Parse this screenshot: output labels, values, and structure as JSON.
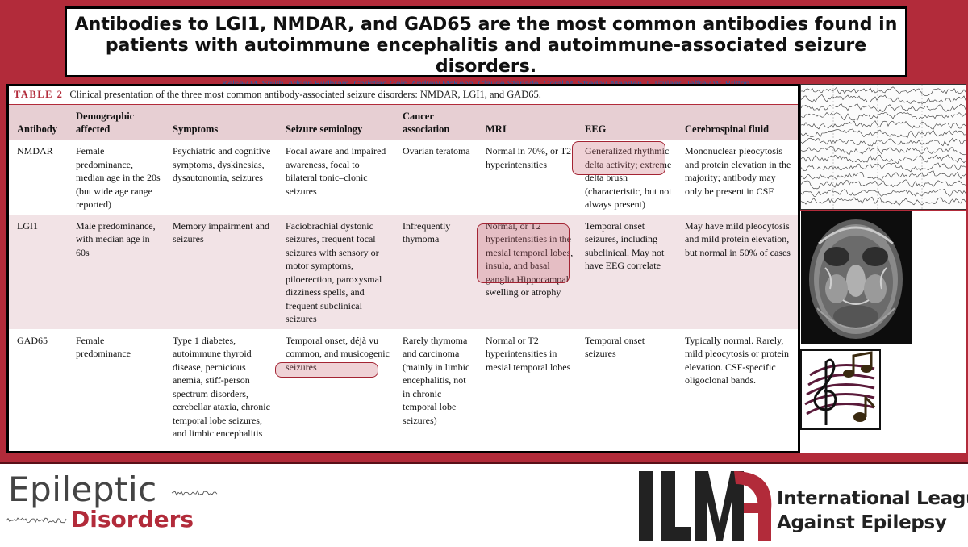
{
  "header": {
    "headline": "Antibodies to LGI1, NMDAR, and GAD65 are the most common antibodies found in patients with autoimmune encephalitis and autoimmune-associated seizure disorders.",
    "authors": "Kelsey M. Smith,  Adrian Budhram,  Christian Geis,  Andrew McKeon,  Claude Steriade,  Coral M. Stredny,  Maarten J. Titulaer,  Jeffrey W. Britton"
  },
  "table": {
    "label": "TABLE 2",
    "caption": "Clinical presentation of the three most common antibody-associated seizure disorders: NMDAR, LGI1, and GAD65.",
    "columns": [
      "Antibody",
      "Demographic affected",
      "Symptoms",
      "Seizure semiology",
      "Cancer association",
      "MRI",
      "EEG",
      "Cerebrospinal fluid"
    ],
    "rows": [
      {
        "antibody": "NMDAR",
        "demographic": "Female predominance, median age in the 20s (but wide age range reported)",
        "symptoms": "Psychiatric and cognitive symptoms, dyskinesias, dysautonomia, seizures",
        "semiology": "Focal aware and impaired awareness, focal to bilateral tonic–clonic seizures",
        "cancer": "Ovarian teratoma",
        "mri": "Normal in 70%, or T2 hyperintensities",
        "eeg": "Generalized rhythmic delta activity; extreme delta brush (characteristic, but not always present)",
        "csf": "Mononuclear pleocytosis and protein elevation in the majority; antibody may only be present in CSF"
      },
      {
        "antibody": "LGI1",
        "demographic": "Male predominance, with median age in 60s",
        "symptoms": "Memory impairment and seizures",
        "semiology": "Faciobrachial dystonic seizures, frequent focal seizures with sensory or motor symptoms, piloerection, paroxysmal dizziness spells, and frequent subclinical seizures",
        "cancer": "Infrequently thymoma",
        "mri": "Normal, or T2 hyperintensities in the mesial temporal lobes, insula, and basal ganglia Hippocampal swelling or atrophy",
        "eeg": "Temporal onset seizures, including subclinical. May not have EEG correlate",
        "csf": "May have mild pleocytosis and mild protein elevation, but normal in 50% of cases"
      },
      {
        "antibody": "GAD65",
        "demographic": "Female predominance",
        "symptoms": "Type 1 diabetes, autoimmune thyroid disease, pernicious anemia, stiff-person spectrum disorders, cerebellar ataxia, chronic temporal lobe seizures, and limbic encephalitis",
        "semiology": "Temporal onset, déjà vu common, and musicogenic seizures",
        "cancer": "Rarely thymoma and carcinoma (mainly in limbic encephalitis, not in chronic temporal lobe seizures)",
        "mri": "Normal or T2 hyperintensities in mesial temporal lobes",
        "eeg": "Temporal onset seizures",
        "csf": "Typically normal. Rarely, mild pleocytosis or protein elevation. CSF-specific oligoclonal bands."
      }
    ]
  },
  "sidebar_images": [
    {
      "name": "eeg-tracing-image",
      "depicts": "EEG tracing"
    },
    {
      "name": "brain-mri-image",
      "depicts": "axial brain MRI"
    },
    {
      "name": "music-notes-icon",
      "depicts": "treble clef and music notes"
    }
  ],
  "footer": {
    "journal_logo": {
      "line1": "Epileptic",
      "line2": "Disorders"
    },
    "ilae_logo": {
      "mark": "ILAE",
      "line1": "International League",
      "line2": "Against Epilepsy"
    }
  },
  "colors": {
    "frame": "#b22b3a",
    "header_row": "#e7cfd3",
    "shaded_row": "#f2e3e6",
    "highlight": "#c45c6c",
    "authors_text": "#2c5aa0",
    "ilae_red": "#b22b3a"
  }
}
